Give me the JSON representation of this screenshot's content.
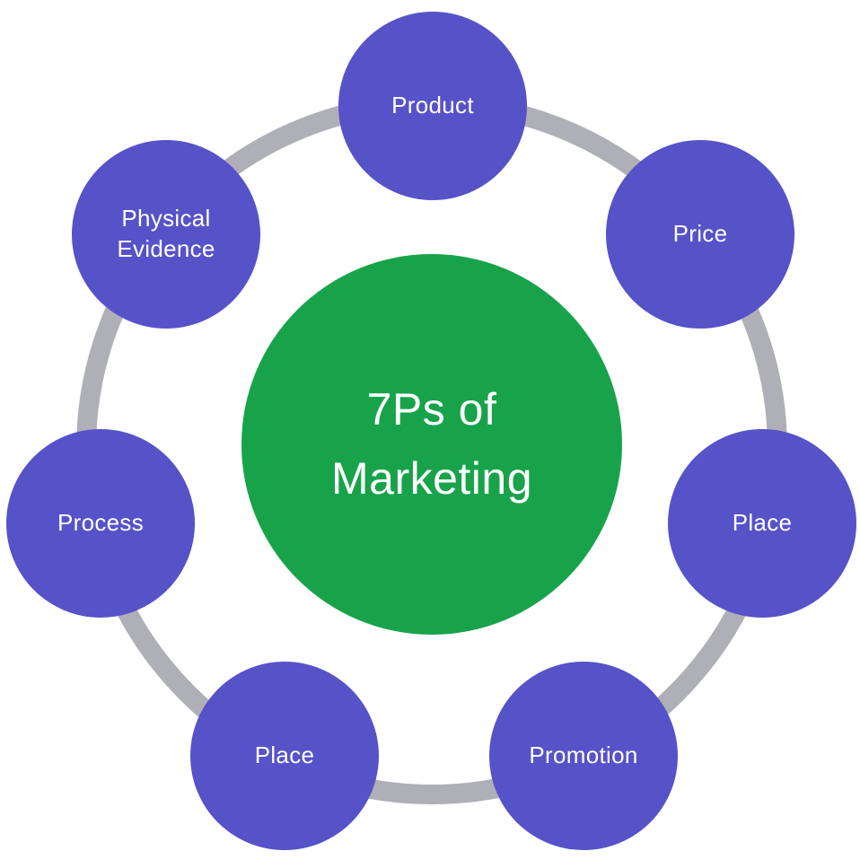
{
  "diagram": {
    "title": "7Ps of Marketing",
    "type": "radial-cycle-diagram",
    "center_label": "7Ps of\nMarketing",
    "colors": {
      "center_circle": "#18A34B",
      "node_circle": "#5652C8",
      "ring": "#AFAFB7",
      "text": "#FFFFFF",
      "background": "#FFFFFF"
    },
    "nodes": [
      {
        "label": "Product",
        "position": "top"
      },
      {
        "label": "Price",
        "position": "upper-right"
      },
      {
        "label": "Place",
        "position": "right"
      },
      {
        "label": "Promotion",
        "position": "lower-right"
      },
      {
        "label": "Place",
        "position": "lower-left"
      },
      {
        "label": "Process",
        "position": "left"
      },
      {
        "label": "Physical Evidence",
        "position": "upper-left"
      }
    ]
  }
}
